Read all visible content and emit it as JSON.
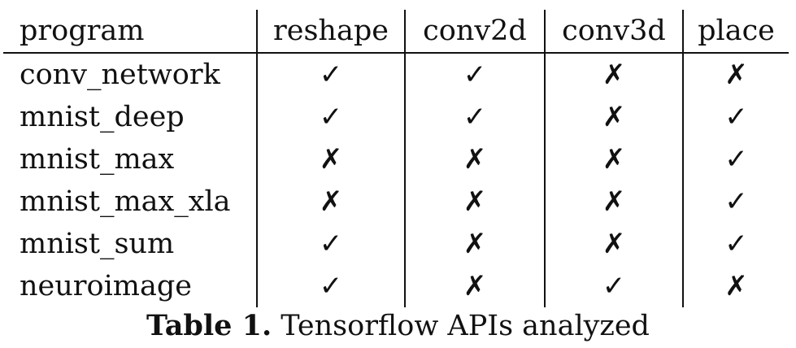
{
  "table": {
    "headers": [
      "program",
      "reshape",
      "conv2d",
      "conv3d",
      "place"
    ],
    "rows": [
      [
        "conv_network",
        "✓",
        "✓",
        "✗",
        "✗"
      ],
      [
        "mnist_deep",
        "✓",
        "✓",
        "✗",
        "✓"
      ],
      [
        "mnist_max",
        "✗",
        "✗",
        "✗",
        "✓"
      ],
      [
        "mnist_max_xla",
        "✗",
        "✗",
        "✗",
        "✓"
      ],
      [
        "mnist_sum",
        "✓",
        "✗",
        "✗",
        "✓"
      ],
      [
        "neuroimage",
        "✓",
        "✗",
        "✓",
        "✗"
      ]
    ]
  },
  "caption": {
    "label": "Table 1.",
    "text": " Tensorflow APIs analyzed"
  }
}
